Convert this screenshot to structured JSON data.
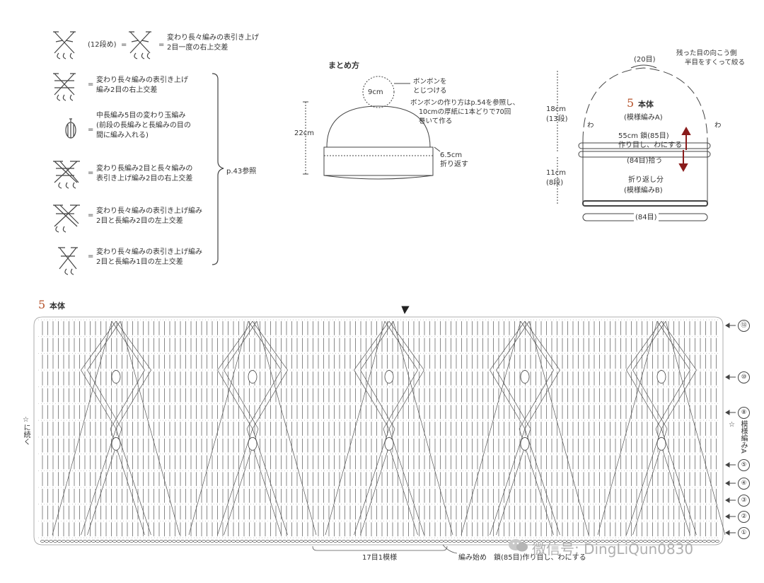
{
  "legend": {
    "row0": {
      "prefix": "(12段め)",
      "eq": "=",
      "line1": "変わり長々編みの表引き上げ",
      "line2": "2目一度の右上交差"
    },
    "row1": {
      "eq": "=",
      "line1": "変わり長々編みの表引き上げ",
      "line2": "編み2目の右上交差"
    },
    "row2": {
      "eq": "=",
      "line1": "中長編み5目の変わり玉編み",
      "line2": "(前段の長編みと長編みの目の",
      "line3": "間に編み入れる)"
    },
    "row3": {
      "eq": "=",
      "line1": "変わり長編み2目と長々編みの",
      "line2": "表引き上げ編み2目の右上交差"
    },
    "row4": {
      "eq": "=",
      "line1": "変わり長々編みの表引き上げ編み",
      "line2": "2目と長編み2目の左上交差"
    },
    "row5": {
      "eq": "=",
      "line1": "変わり長々編みの表引き上げ編み",
      "line2": "2目と長編み1目の左上交差"
    },
    "ref": "p.43参照"
  },
  "matome": {
    "title": "まとめ方",
    "pompom_size": "9cm",
    "pompom_note1": "ボンボンを",
    "pompom_note2": "とじつける",
    "pompom_make1": "ボンボンの作り方はp.54を参照し、",
    "pompom_make2": "10cmの厚紙に1本どりで70回",
    "pompom_make3": "巻いて作る",
    "height": "22cm",
    "fold_size": "6.5cm",
    "fold_label": "折り返す"
  },
  "body_diagram": {
    "top_count": "(20目)",
    "top_note1": "残った目の向こう側",
    "top_note2": "半目をすくって絞る",
    "num": "5",
    "title": "本体",
    "pattern_a": "(模様編みA)",
    "upper_cm": "18cm",
    "upper_rows": "(13段)",
    "wa_left": "わ",
    "wa_right": "わ",
    "chain1": "55cm 鎖(85目)",
    "chain2": "作り目し、わにする",
    "pickup": "(84目)拾う",
    "lower_cm": "11cm",
    "lower_rows": "(8段)",
    "fold1": "折り返し分",
    "pattern_b": "(模様編みB)",
    "bottom_count": "(84目)"
  },
  "chart": {
    "num": "5",
    "title": "本体",
    "left_note": "☆に続く",
    "right_star": "☆",
    "right_label": "模様編みA",
    "row_markers": [
      "⑬",
      "⑩",
      "⑧",
      "⑤",
      "④",
      "③",
      "②",
      "①"
    ],
    "repeat_label": "17目1模様",
    "start_label": "編み始め　鎖(85目)作り目し、わにする",
    "watermark": "微信号: DingLiQun0830"
  }
}
